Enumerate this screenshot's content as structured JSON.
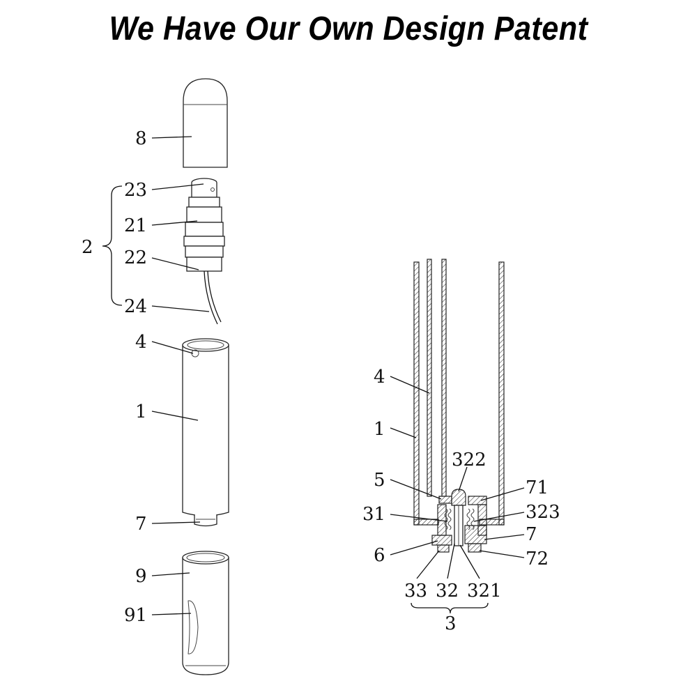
{
  "heading": "We Have Our Own Design Patent",
  "exploded_view": {
    "labels": {
      "l8": "8",
      "l23": "23",
      "l21": "21",
      "l2": "2",
      "l22": "22",
      "l24": "24",
      "l4": "4",
      "l1": "1",
      "l7": "7",
      "l9": "9",
      "l91": "91"
    }
  },
  "section_view": {
    "labels": {
      "l4": "4",
      "l1": "1",
      "l322": "322",
      "l5": "5",
      "l71": "71",
      "l31": "31",
      "l323": "323",
      "l7": "7",
      "l6": "6",
      "l72": "72",
      "l33": "33",
      "l32": "32",
      "l321": "321",
      "l3": "3"
    }
  },
  "colors": {
    "line": "#111111",
    "background": "#ffffff",
    "hatch": "#222222"
  }
}
